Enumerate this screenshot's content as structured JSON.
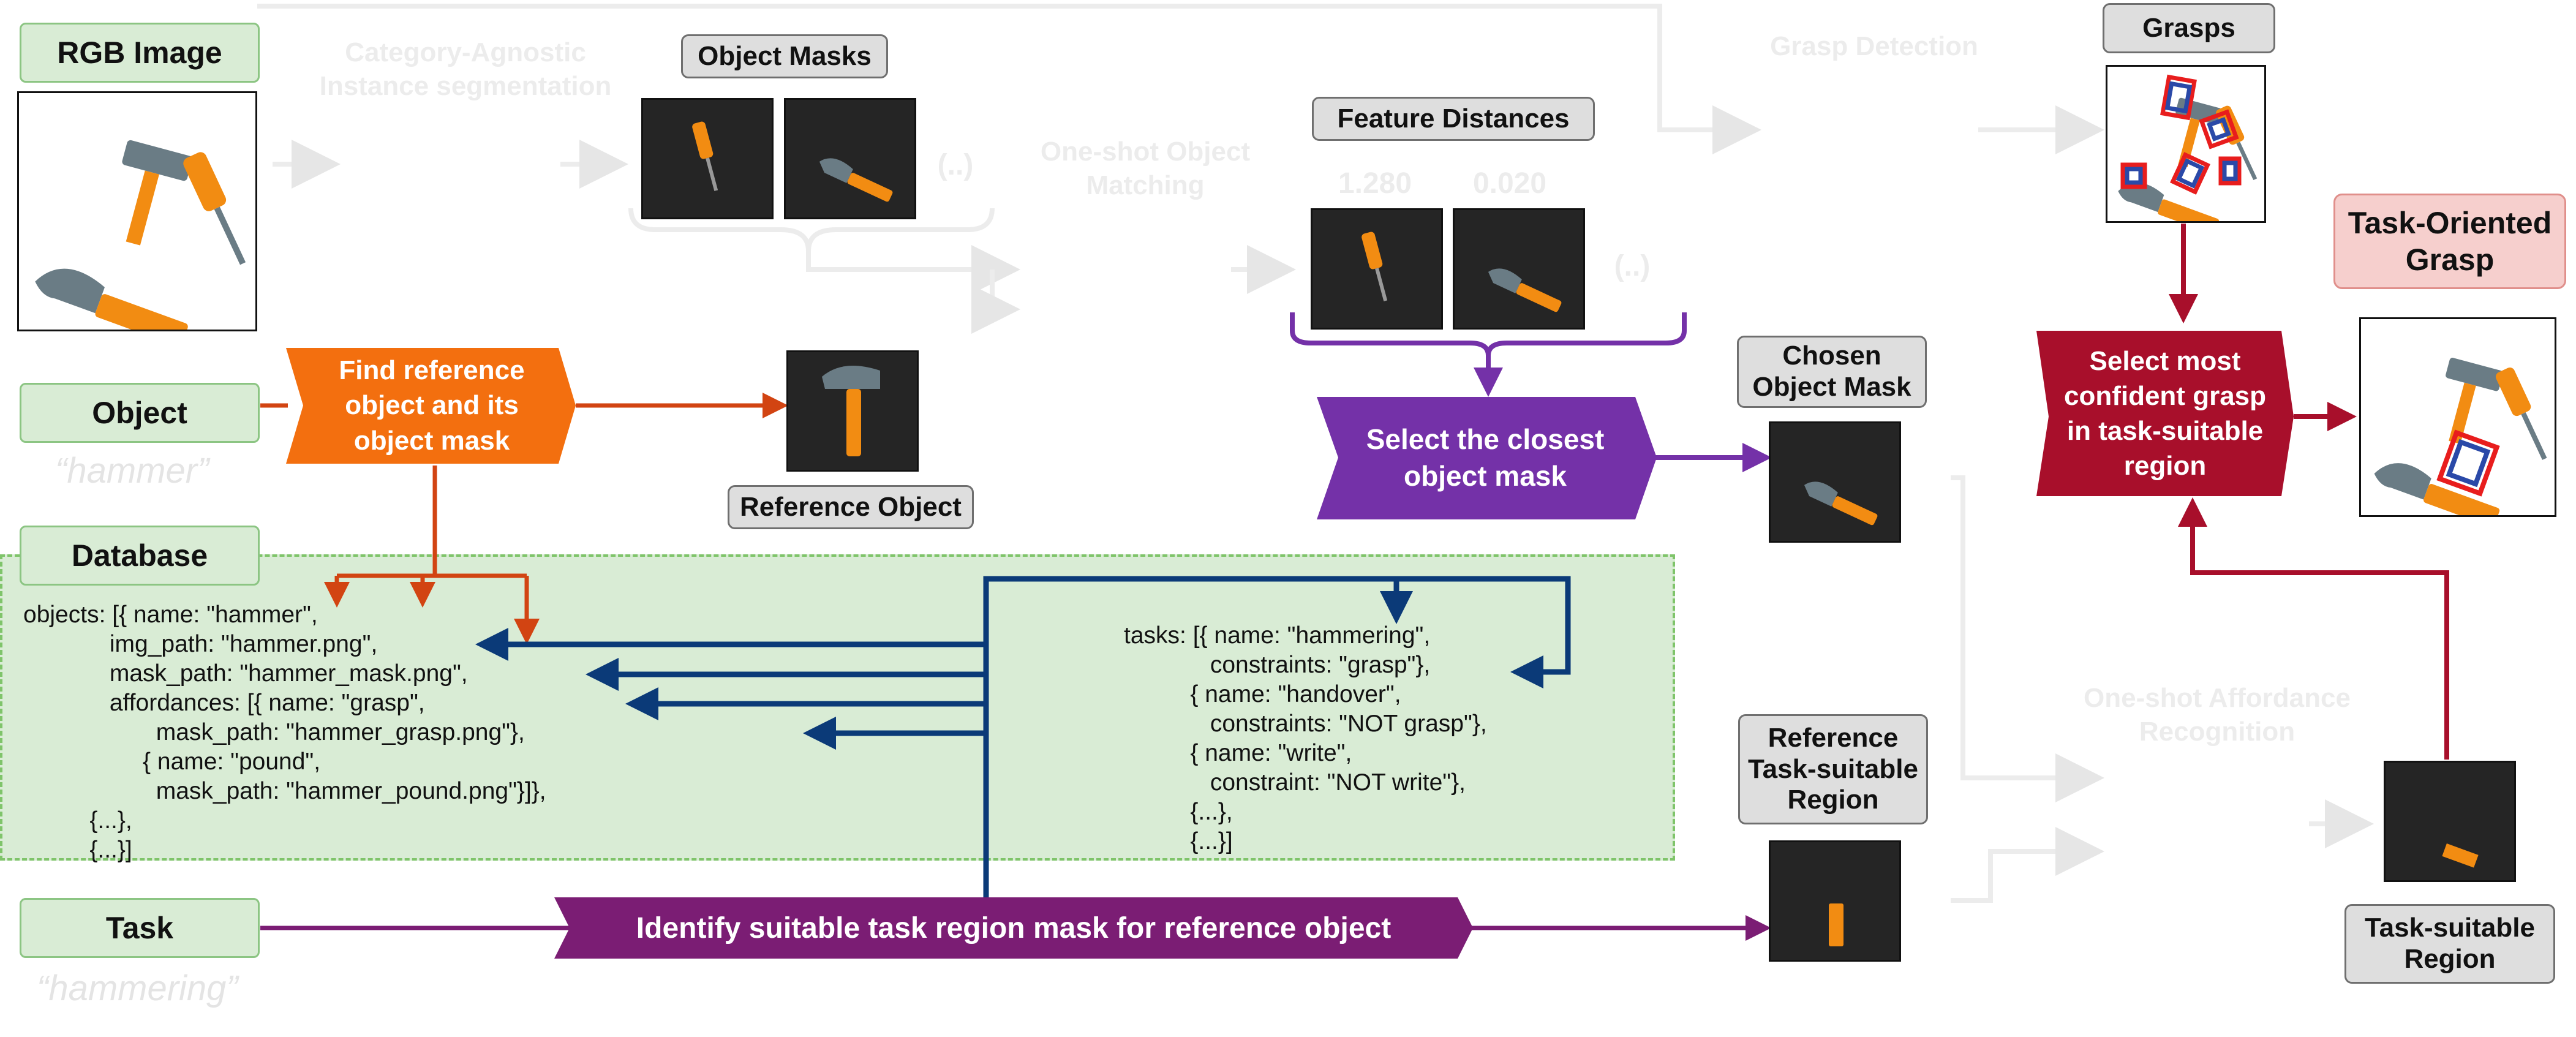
{
  "inputs": {
    "rgb_image": "RGB Image",
    "object": "Object",
    "object_value": "“hammer”",
    "database": "Database",
    "task": "Task",
    "task_value": "“hammering”"
  },
  "faded_stages": {
    "segmentation": "Category-Agnostic\nInstance segmentation",
    "matching": "One-shot Object\nMatching",
    "grasp_detection": "Grasp Detection",
    "affordance": "One-shot Affordance\nRecognition"
  },
  "labels": {
    "object_masks": "Object Masks",
    "feature_distances": "Feature Distances",
    "reference_object": "Reference Object",
    "chosen_object_mask": "Chosen\nObject Mask",
    "reference_task_region": "Reference\nTask-suitable\nRegion",
    "grasps": "Grasps",
    "task_oriented_grasp": "Task-Oriented\nGrasp",
    "task_suitable_region": "Task-suitable\nRegion"
  },
  "ellipsis": "(..)",
  "feature_values": [
    "1.280",
    "0.020"
  ],
  "actions": {
    "find_reference": "Find reference\nobject and its\nobject mask",
    "select_closest": "Select the closest\nobject mask",
    "select_grasp": "Select most\nconfident grasp\nin task-suitable\nregion",
    "identify_region": "Identify suitable task region mask for reference object"
  },
  "database_code": {
    "objects": "objects: [{ name: \"hammer\",\n             img_path: \"hammer.png\",\n             mask_path: \"hammer_mask.png\",\n             affordances: [{ name: \"grasp\",\n                    mask_path: \"hammer_grasp.png\"},\n                  { name: \"pound\",\n                    mask_path: \"hammer_pound.png\"}]},\n          {...},\n          {...}]",
    "tasks": "tasks: [{ name: \"hammering\",\n             constraints: \"grasp\"},\n          { name: \"handover\",\n             constraints: \"NOT grasp\"},\n          { name: \"write\",\n             constraint: \"NOT write\"},\n          {...},\n          {...}]"
  },
  "colors": {
    "orange_action": "#f36f0f",
    "red_arrow": "#d24412",
    "purple_action": "#7431a8",
    "crimson_action": "#a80f2b",
    "navy_arrow": "#0b3a78",
    "magenta_action": "#7b1d74",
    "database_fill": "#d9ecd5",
    "database_border": "#7fc46a"
  }
}
